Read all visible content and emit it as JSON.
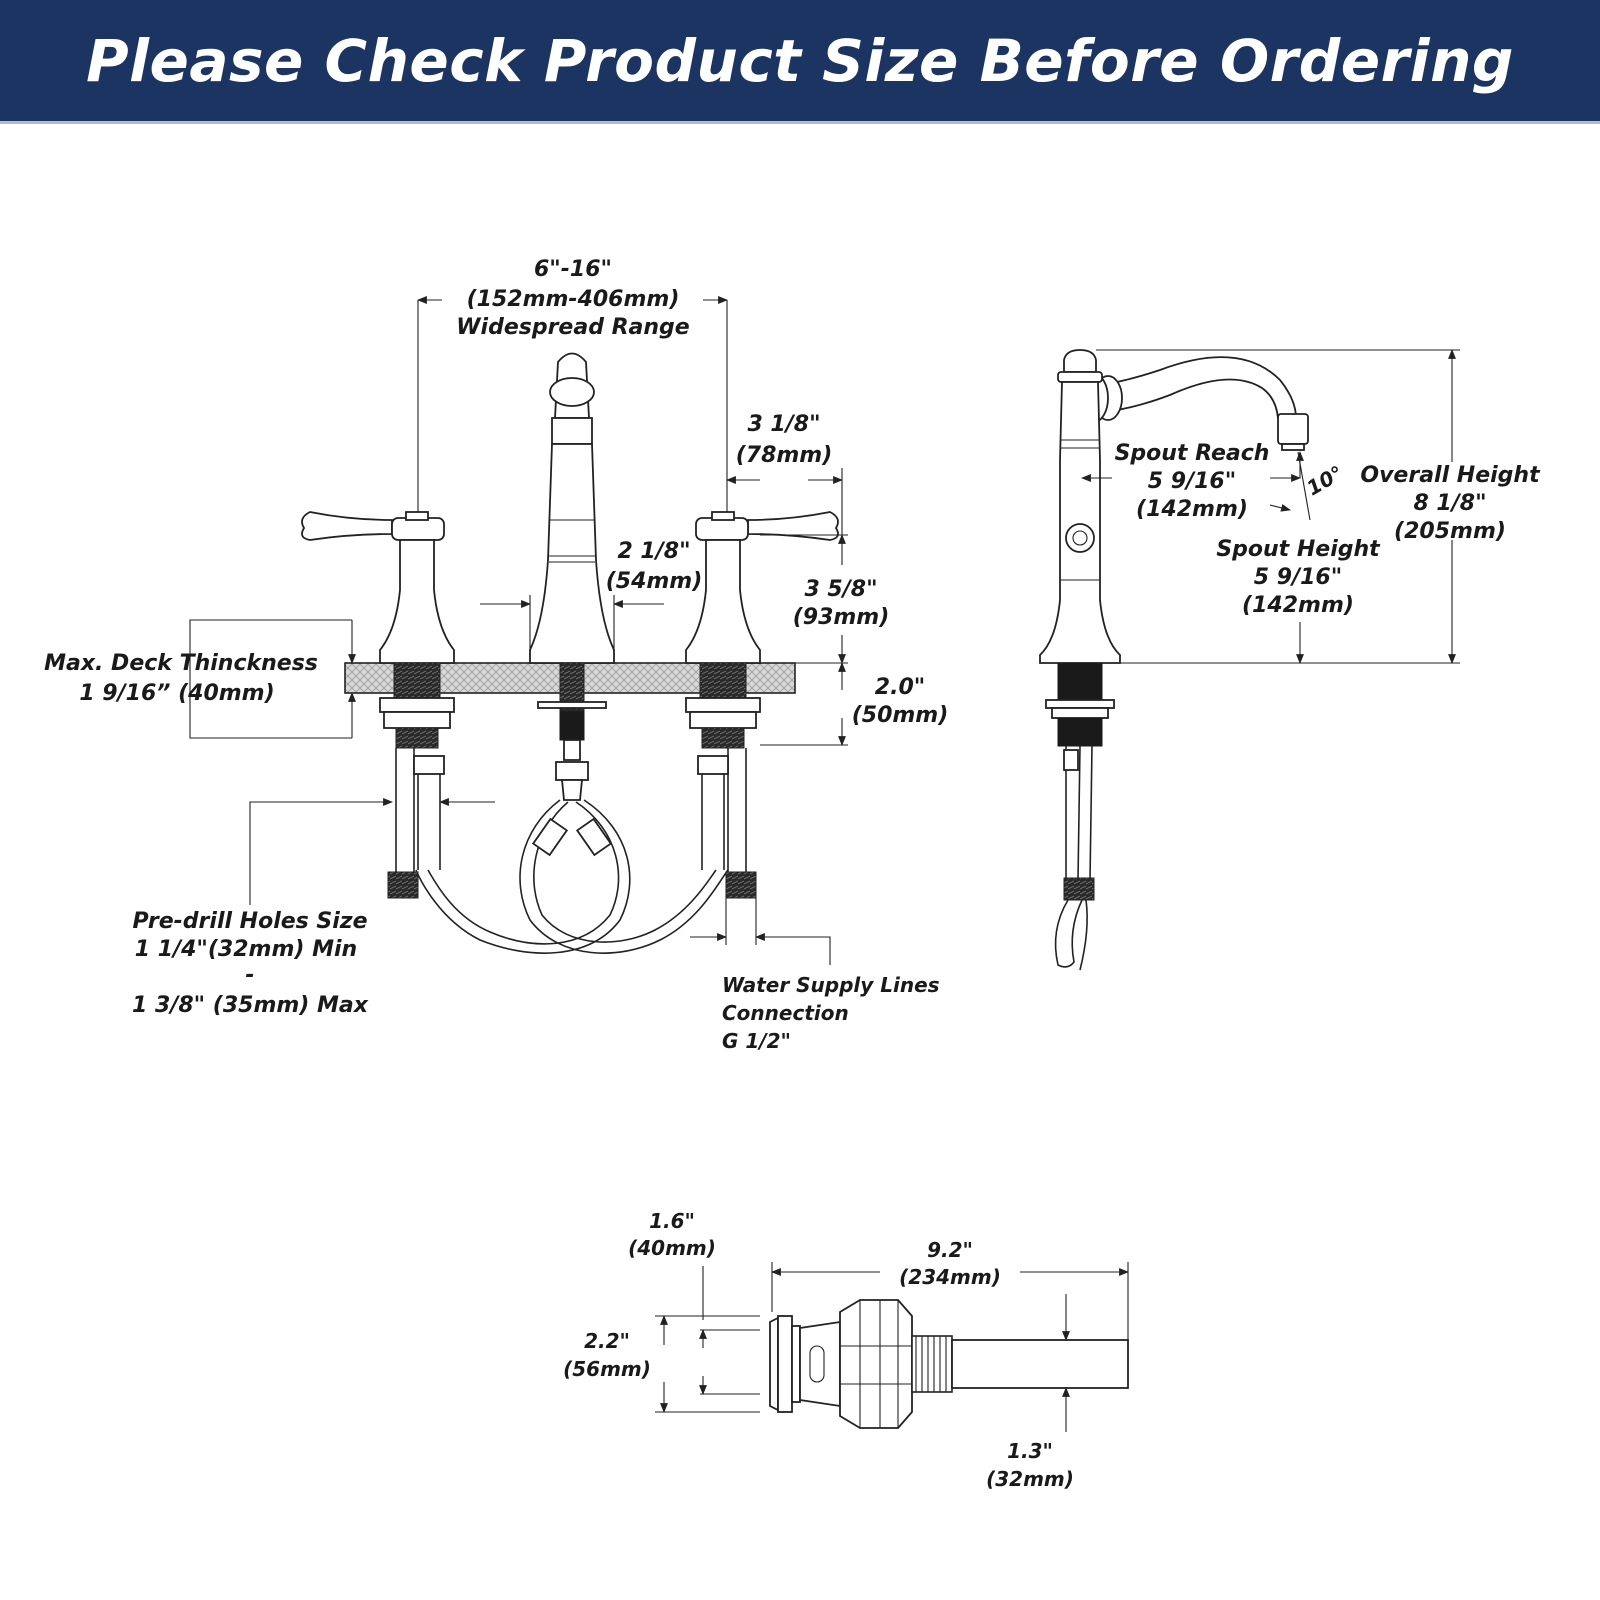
{
  "banner": {
    "title": "Please Check Product Size Before Ordering",
    "color": "#1b3461"
  },
  "front_view": {
    "widespread": {
      "line1": "6\"-16\"",
      "line2": "(152mm-406mm)",
      "line3": "Widespread Range"
    },
    "handle_reach": {
      "line1": "3 1/8\"",
      "line2": "(78mm)"
    },
    "spout_base": {
      "line1": "2 1/8\"",
      "line2": "(54mm)"
    },
    "handle_height": {
      "line1": "3 5/8\"",
      "line2": "(93mm)"
    },
    "shank": {
      "line1": "2.0\"",
      "line2": "(50mm)"
    },
    "deck": {
      "line1": "Max. Deck Thinckness",
      "line2": "1 9/16” (40mm)"
    },
    "holes": {
      "line1": "Pre-drill Holes Size",
      "line2": "1 1/4\"(32mm) Min",
      "line3": "-",
      "line4": "1 3/8\" (35mm) Max"
    },
    "supply": {
      "line1": "Water Supply Lines",
      "line2": "Connection",
      "line3": "G 1/2\""
    }
  },
  "side_view": {
    "reach": {
      "line1": "Spout Reach",
      "line2": "5 9/16\"",
      "line3": "(142mm)"
    },
    "angle": "10°",
    "overall": {
      "line1": "Overall Height",
      "line2": "8 1/8\"",
      "line3": "(205mm)"
    },
    "spout_height": {
      "line1": "Spout Height",
      "line2": "5 9/16\"",
      "line3": "(142mm)"
    }
  },
  "drain_view": {
    "flange": {
      "line1": "1.6\"",
      "line2": "(40mm)"
    },
    "length": {
      "line1": "9.2\"",
      "line2": "(234mm)"
    },
    "cap": {
      "line1": "2.2\"",
      "line2": "(56mm)"
    },
    "pipe": {
      "line1": "1.3\"",
      "line2": "(32mm)"
    }
  }
}
